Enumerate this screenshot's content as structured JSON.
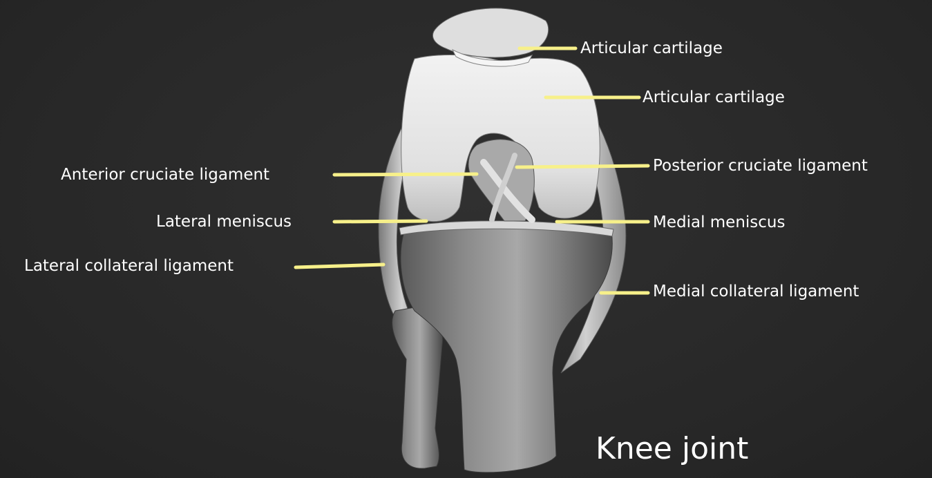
{
  "colors": {
    "background": "#2b2b2b",
    "label_text": "#ffffff",
    "leader_line": "#f7f08a"
  },
  "title": "Knee joint",
  "labels": {
    "articular_cartilage_top": "Articular cartilage",
    "articular_cartilage_femur": "Articular cartilage",
    "anterior_cruciate_ligament": "Anterior cruciate ligament",
    "posterior_cruciate_ligament": "Posterior cruciate ligament",
    "lateral_meniscus": "Lateral meniscus",
    "medial_meniscus": "Medial meniscus",
    "lateral_collateral_ligament": "Lateral collateral ligament",
    "medial_collateral_ligament": "Medial collateral ligament"
  }
}
